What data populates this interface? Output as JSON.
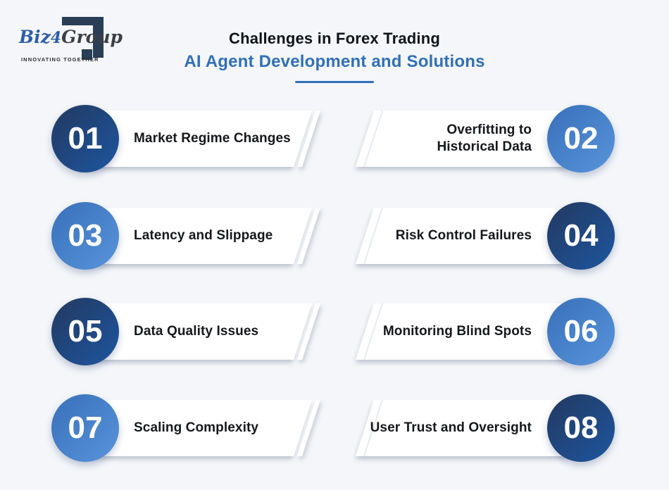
{
  "logo": {
    "part1": "Biz",
    "part2": "4",
    "part3": "Group",
    "tagline": "INNOVATING TOGETHER"
  },
  "header": {
    "title_line1": "Challenges in Forex Trading",
    "title_line2": "AI Agent Development and Solutions"
  },
  "palette": {
    "background": "#f4f6f9",
    "accent_blue": "#3170b6",
    "logo_blue": "#2d5fa6",
    "logo_dark": "#3c4046",
    "logo_shape": "#2a3e55",
    "banner": "#ffffff",
    "dark_circle_from": "#223c66",
    "dark_circle_to": "#1e549c",
    "light_circle_from": "#3b74bc",
    "light_circle_to": "#5792d9",
    "label_text": "#16181c",
    "number_text": "#ffffff"
  },
  "items": [
    {
      "number": "01",
      "label": "Market Regime Changes",
      "side": "left",
      "tone": "dark"
    },
    {
      "number": "02",
      "label": "Overfitting to\nHistorical Data",
      "side": "right",
      "tone": "light"
    },
    {
      "number": "03",
      "label": "Latency and Slippage",
      "side": "left",
      "tone": "light"
    },
    {
      "number": "04",
      "label": "Risk Control Failures",
      "side": "right",
      "tone": "dark"
    },
    {
      "number": "05",
      "label": "Data Quality Issues",
      "side": "left",
      "tone": "dark"
    },
    {
      "number": "06",
      "label": "Monitoring Blind Spots",
      "side": "right",
      "tone": "light"
    },
    {
      "number": "07",
      "label": "Scaling Complexity",
      "side": "left",
      "tone": "light"
    },
    {
      "number": "08",
      "label": "User Trust and Oversight",
      "side": "right",
      "tone": "dark"
    }
  ]
}
